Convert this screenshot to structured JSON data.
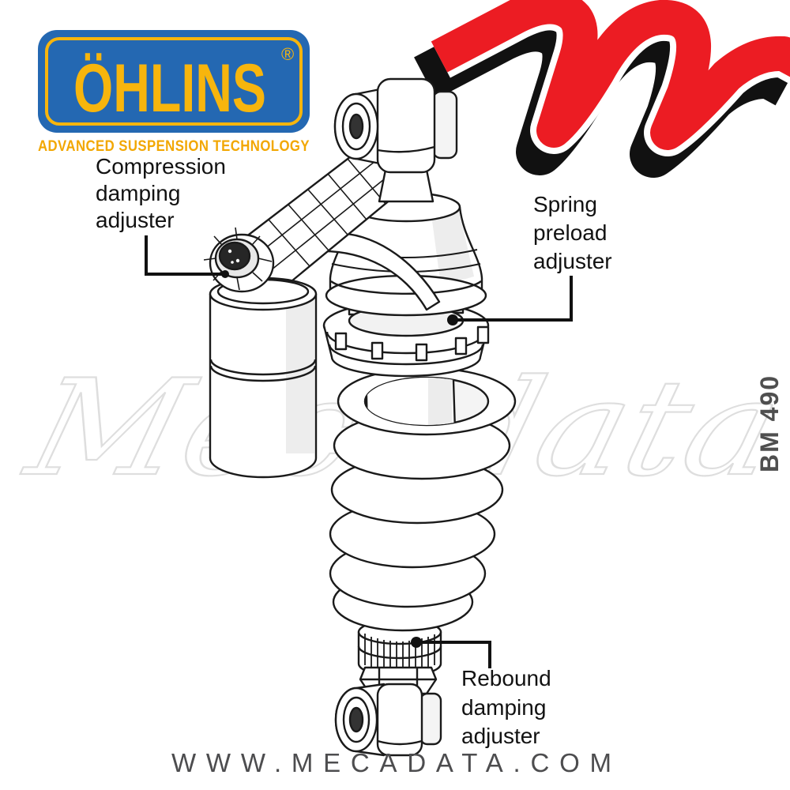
{
  "brand_logo": {
    "name": "ÖHLINS",
    "registered": "®",
    "tagline": "ADVANCED SUSPENSION TECHNOLOGY",
    "blue": "#2468B2",
    "yellow": "#F7B50D",
    "tagline_color": "#F2A702"
  },
  "labels": {
    "compression": [
      "Compression",
      "damping",
      "adjuster"
    ],
    "spring_preload": [
      "Spring",
      "preload",
      "adjuster"
    ],
    "rebound": [
      "Rebound",
      "damping",
      "adjuster"
    ]
  },
  "product_code": "BM 490",
  "mecadata": {
    "watermark": "Mecadata",
    "website": "WWW.MECADATA.COM",
    "logo_red": "#EC1C23",
    "text_gray": "#4D4D4F"
  }
}
